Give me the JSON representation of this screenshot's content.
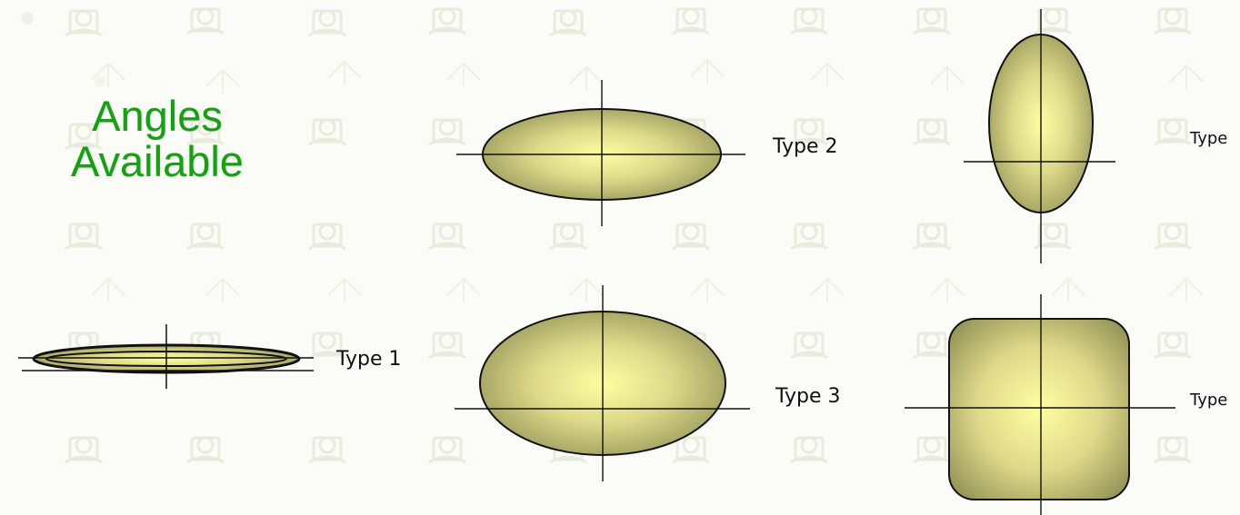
{
  "headline": {
    "line1": "Angles",
    "line2": "Available"
  },
  "types": {
    "type1": "Type 1",
    "type2": "Type 2",
    "type3": "Type 3",
    "type4": "Type",
    "type5": "Type"
  },
  "colors": {
    "headline": "#12a212",
    "shape_center": "#fffea2",
    "shape_edge": "#8c8d52",
    "outline": "#111111",
    "watermark": "#cfd8b8"
  },
  "icons": {
    "watermark": "logo-watermark-icon"
  }
}
